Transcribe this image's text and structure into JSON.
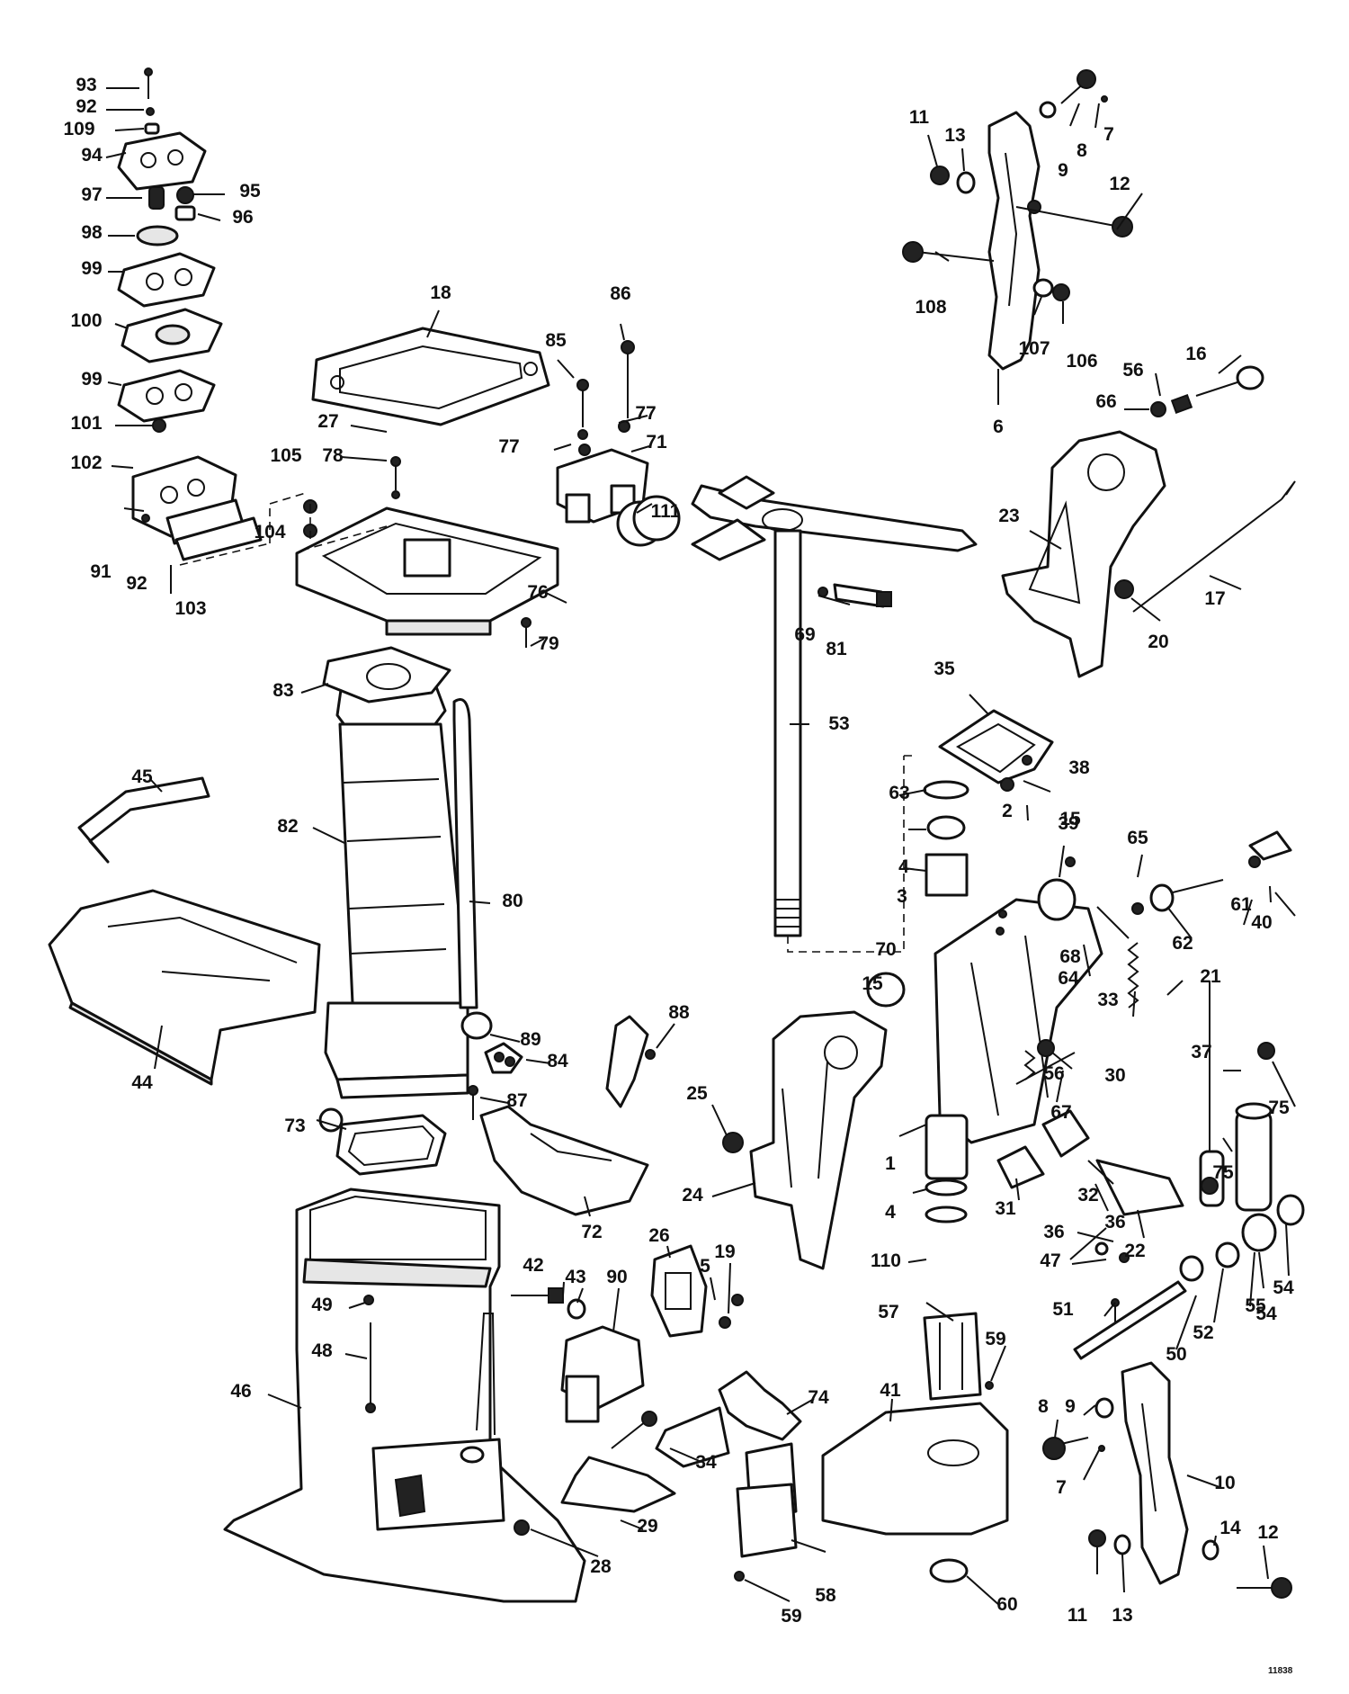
{
  "drawing_code": "11838",
  "callouts": [
    {
      "label": "93"
    },
    {
      "label": "92"
    },
    {
      "label": "109"
    },
    {
      "label": "94"
    },
    {
      "label": "97"
    },
    {
      "label": "95"
    },
    {
      "label": "96"
    },
    {
      "label": "98"
    },
    {
      "label": "99"
    },
    {
      "label": "100"
    },
    {
      "label": "99"
    },
    {
      "label": "101"
    },
    {
      "label": "102"
    },
    {
      "label": "91"
    },
    {
      "label": "92"
    },
    {
      "label": "103"
    },
    {
      "label": "105"
    },
    {
      "label": "104"
    },
    {
      "label": "18"
    },
    {
      "label": "27"
    },
    {
      "label": "78"
    },
    {
      "label": "76"
    },
    {
      "label": "79"
    },
    {
      "label": "85"
    },
    {
      "label": "86"
    },
    {
      "label": "77"
    },
    {
      "label": "77"
    },
    {
      "label": "71"
    },
    {
      "label": "111"
    },
    {
      "label": "69"
    },
    {
      "label": "81"
    },
    {
      "label": "53"
    },
    {
      "label": "11"
    },
    {
      "label": "13"
    },
    {
      "label": "8"
    },
    {
      "label": "7"
    },
    {
      "label": "9"
    },
    {
      "label": "12"
    },
    {
      "label": "108"
    },
    {
      "label": "107"
    },
    {
      "label": "106"
    },
    {
      "label": "6"
    },
    {
      "label": "16"
    },
    {
      "label": "56"
    },
    {
      "label": "66"
    },
    {
      "label": "23"
    },
    {
      "label": "17"
    },
    {
      "label": "20"
    },
    {
      "label": "35"
    },
    {
      "label": "38"
    },
    {
      "label": "63"
    },
    {
      "label": "39"
    },
    {
      "label": "4"
    },
    {
      "label": "2"
    },
    {
      "label": "15"
    },
    {
      "label": "65"
    },
    {
      "label": "3"
    },
    {
      "label": "61"
    },
    {
      "label": "40"
    },
    {
      "label": "62"
    },
    {
      "label": "70"
    },
    {
      "label": "68"
    },
    {
      "label": "64"
    },
    {
      "label": "21"
    },
    {
      "label": "15"
    },
    {
      "label": "33"
    },
    {
      "label": "37"
    },
    {
      "label": "30"
    },
    {
      "label": "56"
    },
    {
      "label": "75"
    },
    {
      "label": "67"
    },
    {
      "label": "75"
    },
    {
      "label": "1"
    },
    {
      "label": "32"
    },
    {
      "label": "36"
    },
    {
      "label": "31"
    },
    {
      "label": "4"
    },
    {
      "label": "36"
    },
    {
      "label": "22"
    },
    {
      "label": "110"
    },
    {
      "label": "47"
    },
    {
      "label": "54"
    },
    {
      "label": "55"
    },
    {
      "label": "54"
    },
    {
      "label": "52"
    },
    {
      "label": "51"
    },
    {
      "label": "50"
    },
    {
      "label": "45"
    },
    {
      "label": "82"
    },
    {
      "label": "80"
    },
    {
      "label": "83"
    },
    {
      "label": "44"
    },
    {
      "label": "89"
    },
    {
      "label": "84"
    },
    {
      "label": "87"
    },
    {
      "label": "88"
    },
    {
      "label": "73"
    },
    {
      "label": "72"
    },
    {
      "label": "25"
    },
    {
      "label": "24"
    },
    {
      "label": "26"
    },
    {
      "label": "19"
    },
    {
      "label": "5"
    },
    {
      "label": "42"
    },
    {
      "label": "43"
    },
    {
      "label": "90"
    },
    {
      "label": "49"
    },
    {
      "label": "48"
    },
    {
      "label": "46"
    },
    {
      "label": "74"
    },
    {
      "label": "34"
    },
    {
      "label": "29"
    },
    {
      "label": "28"
    },
    {
      "label": "57"
    },
    {
      "label": "59"
    },
    {
      "label": "41"
    },
    {
      "label": "9"
    },
    {
      "label": "8"
    },
    {
      "label": "7"
    },
    {
      "label": "10"
    },
    {
      "label": "58"
    },
    {
      "label": "59"
    },
    {
      "label": "60"
    },
    {
      "label": "14"
    },
    {
      "label": "12"
    },
    {
      "label": "11"
    },
    {
      "label": "13"
    }
  ]
}
